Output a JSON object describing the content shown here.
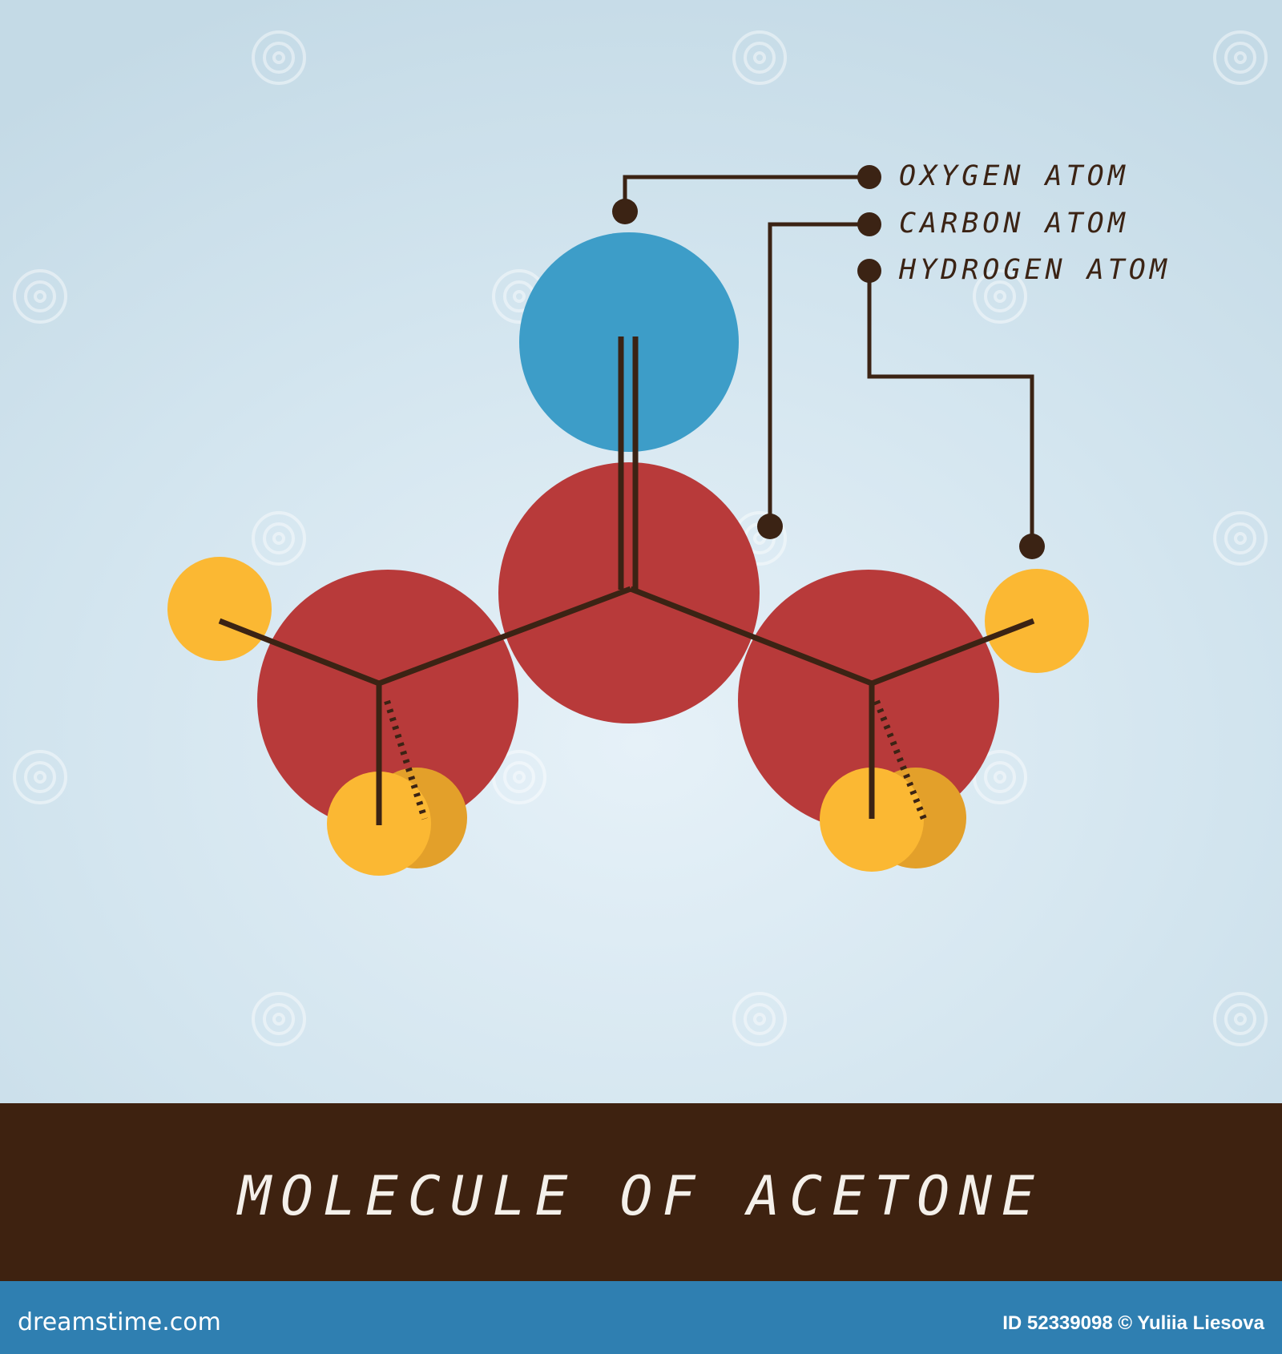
{
  "legend": {
    "oxygen": "OXYGEN ATOM",
    "carbon": "CARBON ATOM",
    "hydrogen": "HYDROGEN ATOM"
  },
  "title": "MOLECULE OF ACETONE",
  "footer": {
    "site": "dreamstime.com",
    "credit": "ID 52339098 © Yuliia Liesova"
  },
  "watermark": "dreamstime",
  "colors": {
    "oxygen": "#3d9dc8",
    "carbon": "#b83a3a",
    "hydrogen": "#fbb833",
    "hydrogen_shadow": "#e3a02a",
    "bond": "#3b2314",
    "title_band": "#3e2210",
    "footer_bar": "#2f7fb1"
  }
}
